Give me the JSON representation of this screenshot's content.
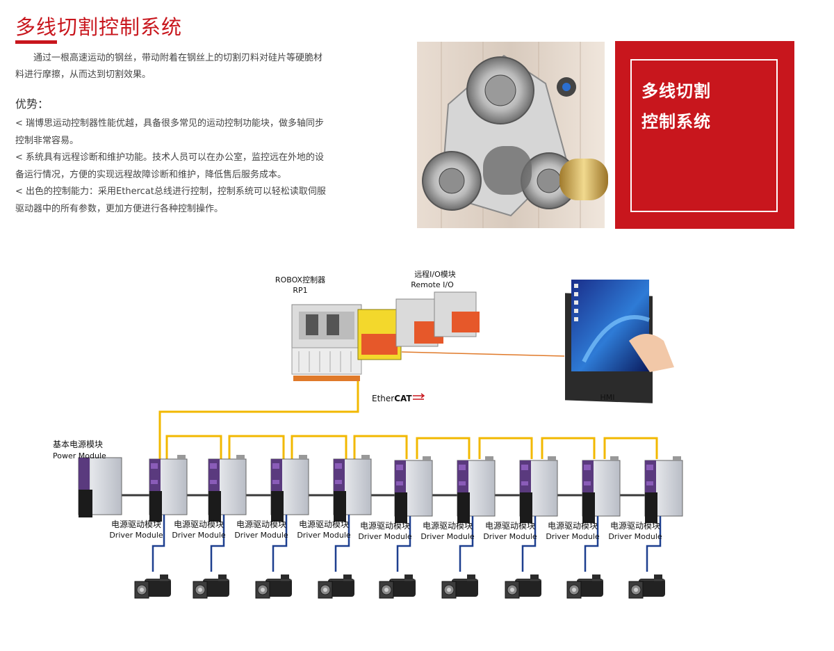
{
  "header": {
    "title": "多线切割控制系统",
    "intro": "通过一根高速运动的钢丝，带动附着在钢丝上的切割刃料对硅片等硬脆材料进行摩擦，从而达到切割效果。",
    "advantages_title": "优势：",
    "bullets": [
      "< 瑞博思运动控制器性能优越，具备很多常见的运动控制功能块，做多轴同步控制非常容易。",
      "< 系统具有远程诊断和维护功能。技术人员可以在办公室，监控远在外地的设备运行情况，方便的实现远程故障诊断和维护，降低售后服务成本。",
      "< 出色的控制能力：采用Ethercat总线进行控制，控制系统可以轻松读取伺服驱动器中的所有参数，更加方便进行各种控制操作。"
    ]
  },
  "panel": {
    "line1": "多线切割",
    "line2": "控制系统"
  },
  "diagram": {
    "controller_line1": "ROBOX控制器",
    "controller_line2": "RP1",
    "remote_io_line1": "远程I/O模块",
    "remote_io_line2": "Remote I/O",
    "ethercat_prefix": "Ether",
    "ethercat_suffix": "CAT",
    "hmi": "HMI",
    "power_cn": "基本电源模块",
    "power_en": "Power Module",
    "driver_cn": "电源驱动模块",
    "driver_en": "Driver Module",
    "colors": {
      "ethercat_line": "#f2b800",
      "motor_cable": "#1d3f8f",
      "hmi_link": "#e07a2a",
      "accent": "#c8161d"
    }
  }
}
